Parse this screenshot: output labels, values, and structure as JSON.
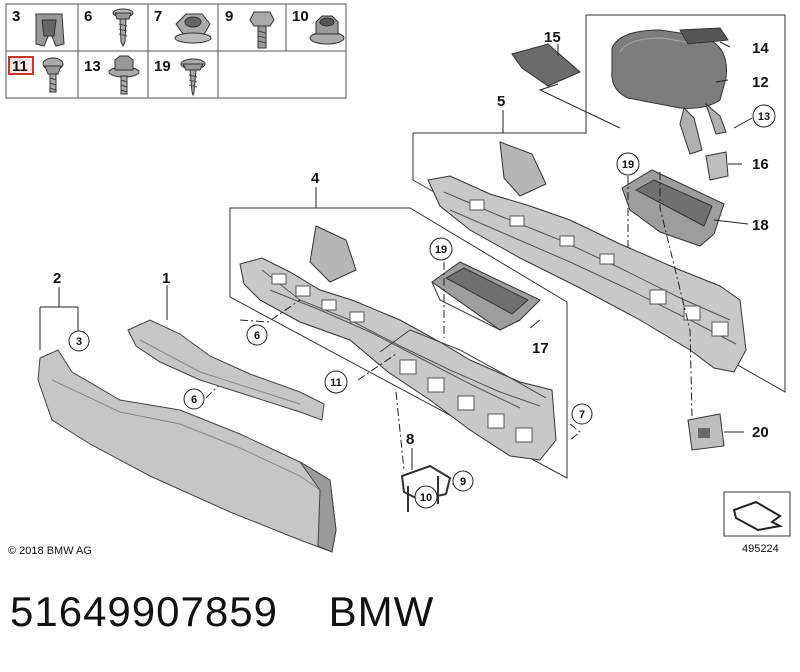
{
  "legend": {
    "items": [
      {
        "num": "3"
      },
      {
        "num": "6"
      },
      {
        "num": "7"
      },
      {
        "num": "9"
      },
      {
        "num": "10"
      },
      {
        "num": "11",
        "highlight": true
      },
      {
        "num": "13"
      },
      {
        "num": "19"
      }
    ]
  },
  "callouts": {
    "c1": "1",
    "c2": "2",
    "c3": "3",
    "c4": "4",
    "c5": "5",
    "c6a": "6",
    "c6b": "6",
    "c7": "7",
    "c8": "8",
    "c9": "9",
    "c10": "10",
    "c11": "11",
    "c12": "12",
    "c13": "13",
    "c14": "14",
    "c15": "15",
    "c16": "16",
    "c17": "17",
    "c18": "18",
    "c19a": "19",
    "c19b": "19",
    "c20": "20"
  },
  "copyright": "© 2018 BMW AG",
  "diagram_id": "495224",
  "footer": {
    "part_number": "51649907859",
    "brand": "BMW"
  },
  "colors": {
    "highlight": "#c0392b",
    "part_fill": "#c7c7c7",
    "part_dark": "#7d7d7d"
  }
}
